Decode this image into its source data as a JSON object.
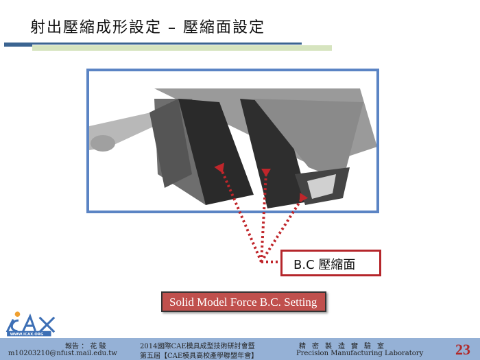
{
  "slide": {
    "title": "射出壓縮成形設定 – 壓縮面設定",
    "page_number": "23"
  },
  "figure": {
    "callout_label": "B.C 壓縮面",
    "caption": "Solid Model Force B.C. Setting"
  },
  "footer": {
    "presenter": "報告 ： 花 駿",
    "email": "m10203210@nfust.mail.edu.tw",
    "conference_line1": "2014國際CAE模具成型技術研討會暨",
    "conference_line2": "第五屆【CAE模具高校產學聯盟年會】",
    "lab_zh": "精密製造實驗室",
    "lab_en": "Precision  Manufacturing  Laboratory",
    "logo_text": "ICAX",
    "logo_url": "WWW.ICAX.ORG"
  },
  "colors": {
    "accent_red": "#b5262b",
    "frame_blue": "#5b84c4",
    "footer_blue": "#95b1d6"
  }
}
